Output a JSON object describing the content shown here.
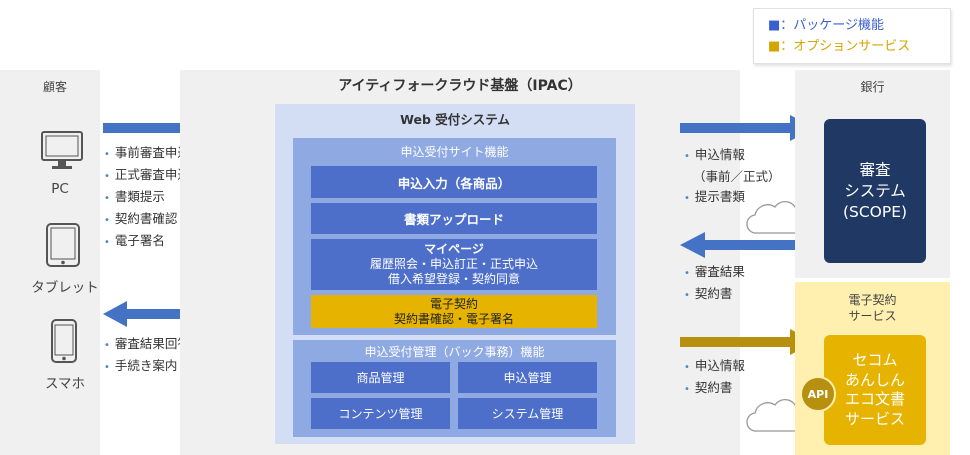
{
  "legend": {
    "package": "■：パッケージ機能",
    "option": "■：オプションサービス",
    "package_color": "#3a5fcd",
    "option_color": "#e6b400"
  },
  "customer": {
    "title": "顧客",
    "devices": [
      {
        "label": "PC",
        "icon": "monitor-icon"
      },
      {
        "label": "タブレット",
        "icon": "tablet-icon"
      },
      {
        "label": "スマホ",
        "icon": "smartphone-icon"
      }
    ],
    "outgoing_items": [
      "事前審査申込",
      "正式審査申込",
      "書類提示",
      "契約書確認",
      "電子署名"
    ],
    "incoming_items": [
      "審査結果回答",
      "手続き案内"
    ],
    "mail_icon": "envelope-icon"
  },
  "platform": {
    "title": "アイティフォークラウド基盤（IPAC）",
    "web_system": {
      "title": "Web 受付システム",
      "site": {
        "title": "申込受付サイト機能",
        "entry": "申込入力（各商品）",
        "upload": "書類アップロード",
        "mypage_title": "マイページ",
        "mypage_line1": "履歴照会・申込訂正・正式申込",
        "mypage_line2": "借入希望登録・契約同意",
        "contract_title": "電子契約",
        "contract_line": "契約書確認・電子署名"
      },
      "backoffice": {
        "title": "申込受付管理（バック事務）機能",
        "items": [
          "商品管理",
          "申込管理",
          "コンテンツ管理",
          "システム管理"
        ]
      }
    }
  },
  "bank": {
    "title": "銀行",
    "to_bank_items": [
      "申込情報",
      "（事前／正式）",
      "提示書類"
    ],
    "from_bank_items": [
      "審査結果",
      "契約書"
    ],
    "scope_line1": "審査",
    "scope_line2": "システム",
    "scope_line3": "(SCOPE)"
  },
  "econtract": {
    "title_line1": "電子契約",
    "title_line2": "サービス",
    "to_service_items": [
      "申込情報",
      "契約書"
    ],
    "api_label": "API",
    "service_lines": [
      "セコム",
      "あんしん",
      "エコ文書",
      "サービス"
    ]
  }
}
